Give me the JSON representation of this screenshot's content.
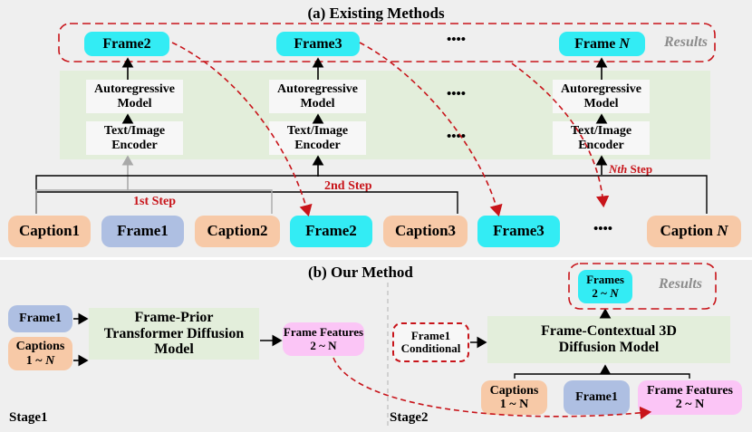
{
  "panel_a": {
    "title": "(a) Existing Methods",
    "results_frames": [
      "Frame2",
      "Frame3",
      "Frame "
    ],
    "frame_n_var": "N",
    "dots": "••••",
    "results_label": "Results",
    "ar_model": "Autoregressive Model",
    "encoder": "Text/Image Encoder",
    "step1": "1st Step",
    "step2": "2nd Step",
    "stepN_var": "Nth",
    "stepN_word": " Step",
    "bottom_row": [
      "Caption1",
      "Frame1",
      "Caption2",
      "Frame2",
      "Caption3",
      "Frame3",
      "Caption "
    ]
  },
  "panel_b": {
    "title": "(b) Our Method",
    "frame1": "Frame1",
    "captions_line1": "Captions",
    "captions_line2": "1 ~ ",
    "n_var": "N",
    "prior_model": "Frame-Prior Transformer Diffusion Model",
    "features_line1": "Frame Features",
    "features_line2": "2 ~ N",
    "stage1": "Stage1",
    "stage2": "Stage2",
    "conditional": "Frame1 Conditional",
    "frames_line1": "Frames",
    "frames_line2": "2 ~ ",
    "results_label": "Results",
    "contextual_model": "Frame-Contextual 3D Diffusion Model",
    "bottom_captions_line1": "Captions",
    "bottom_captions_line2": "1 ~ N",
    "bottom_frame1": "Frame1",
    "bottom_features_line1": "Frame Features",
    "bottom_features_line2": "2 ~ N"
  },
  "colors": {
    "accent_red": "#c8141a",
    "cyan": "#33ecf4",
    "orange": "#f7c9a7",
    "blue": "#aebfe2",
    "pink": "#fbc5f6",
    "green": "#e3eedb"
  }
}
